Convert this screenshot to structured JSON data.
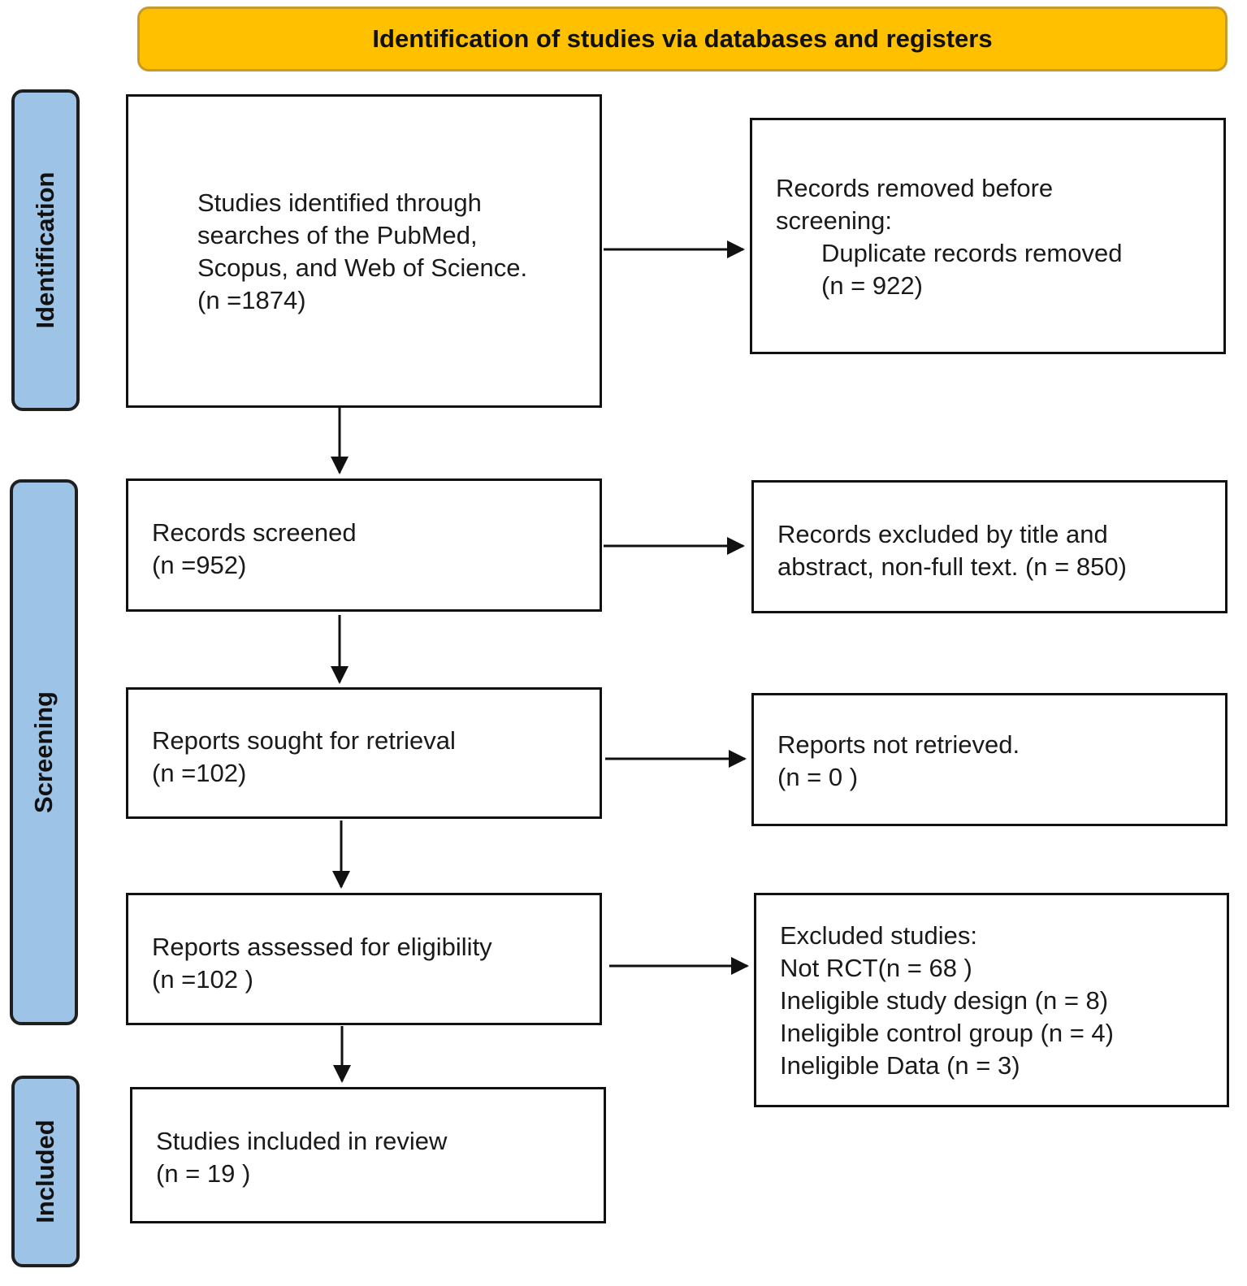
{
  "header": {
    "title": "Identification of studies via databases and registers"
  },
  "phases": {
    "identification": "Identification",
    "screening": "Screening",
    "included": "Included"
  },
  "boxes": {
    "identified": {
      "lines": [
        "Studies identified through",
        "searches of the PubMed,",
        "Scopus, and Web of Science.",
        "(n =1874)"
      ]
    },
    "removed_before_screening": {
      "lines": [
        "Records removed before",
        "screening:",
        "Duplicate records removed",
        "(n = 922)"
      ]
    },
    "screened": {
      "lines": [
        "Records screened",
        "(n =952)"
      ]
    },
    "excluded_title_abstract": {
      "lines": [
        "Records excluded by title and",
        "abstract, non-full text. (n = 850)"
      ]
    },
    "sought_retrieval": {
      "lines": [
        "Reports sought for retrieval",
        "(n =102)"
      ]
    },
    "not_retrieved": {
      "lines": [
        "Reports not retrieved.",
        "(n = 0 )"
      ]
    },
    "assessed_eligibility": {
      "lines": [
        "Reports assessed for eligibility",
        "(n =102 )"
      ]
    },
    "excluded_studies": {
      "lines": [
        "Excluded studies:",
        "Not RCT(n = 68 )",
        "Ineligible study design (n = 8)",
        "Ineligible control group (n = 4)",
        "Ineligible Data (n = 3)"
      ]
    },
    "included_review": {
      "lines": [
        "Studies included in review",
        "(n = 19 )"
      ]
    }
  },
  "colors": {
    "header_fill": "#ffc000",
    "header_border": "#c79a2c",
    "phase_fill": "#9dc3e6",
    "box_border": "#111111"
  }
}
